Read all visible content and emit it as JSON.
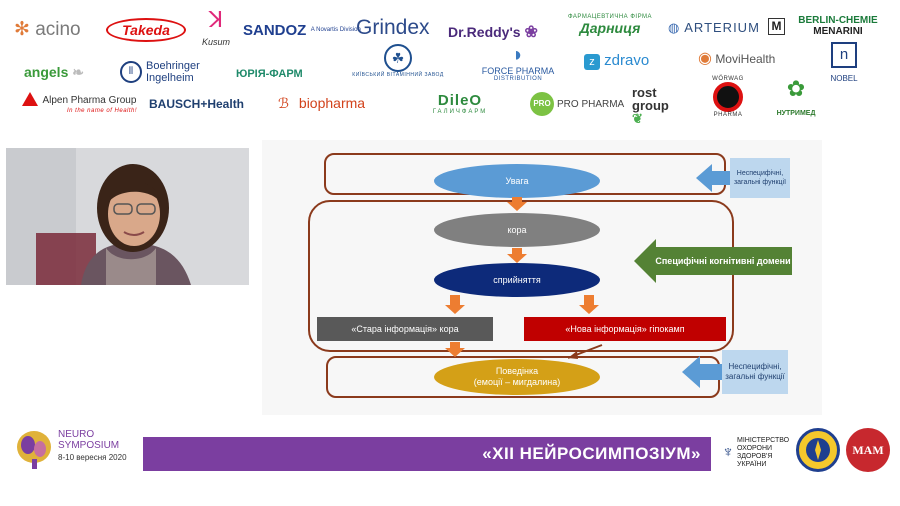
{
  "sponsors": {
    "row1": [
      "acino",
      "Takeda",
      "Kusum",
      "SANDOZ",
      "A Novartis Division",
      "Grindex",
      "Dr.Reddy's",
      "ФАРМАЦЕВТИЧНА ФІРМА",
      "Дарниця",
      "ARTERIUM",
      "BERLIN-CHEMIE",
      "MENARINI"
    ],
    "row2": [
      "angels",
      "Boehringer",
      "Ingelheim",
      "ЮРІЯ-ФАРМ",
      "КИЇВСЬКИЙ ВІТАМІННИЙ ЗАВОД",
      "FORCE PHARMA",
      "DISTRIBUTION",
      "zdravo",
      "MoviHealth",
      "NOBEL"
    ],
    "row3": [
      "Alpen Pharma Group",
      "In the name of Health!",
      "BAUSCH+Health",
      "biopharma",
      "DileO",
      "ГАЛИЧФАРМ",
      "PRO PHARMA",
      "rost group",
      "WÖRWAG",
      "PHARMA",
      "НУТРИМЕД"
    ]
  },
  "slide": {
    "attention": "Увага",
    "cortex": "кора",
    "perception": "сприйняття",
    "old_info": "«Стара інформація» кора",
    "new_info": "«Нова інформація» гіпокамп",
    "behavior_line1": "Поведінка",
    "behavior_line2": "(емоції – мигдалина)",
    "specific_domains": "Специфічні когнітивні домени",
    "nonspecific_top": "Неспецифічні, загальні функції",
    "nonspecific_bottom": "Неспецифічні, загальні функції"
  },
  "footer": {
    "logo_line1": "NEURO",
    "logo_line2": "SYMPOSIUM",
    "dates": "8-10 вересня 2020",
    "banner": "«XII НЕЙРОСИМПОЗІУМ»",
    "ministry": "МІНІСТЕРСТВО ОХОРОНИ ЗДОРОВ'Я УКРАЇНИ",
    "mam": "MAM"
  },
  "colors": {
    "attention": "#5b9bd5",
    "cortex": "#808080",
    "perception": "#0d2a7a",
    "old_info": "#595959",
    "new_info": "#c00000",
    "behavior": "#d4a017",
    "orange_arrow": "#ed7d31",
    "green_arrow": "#548235",
    "blue_arrow": "#5b9bd5",
    "banner": "#7b3ea0"
  }
}
